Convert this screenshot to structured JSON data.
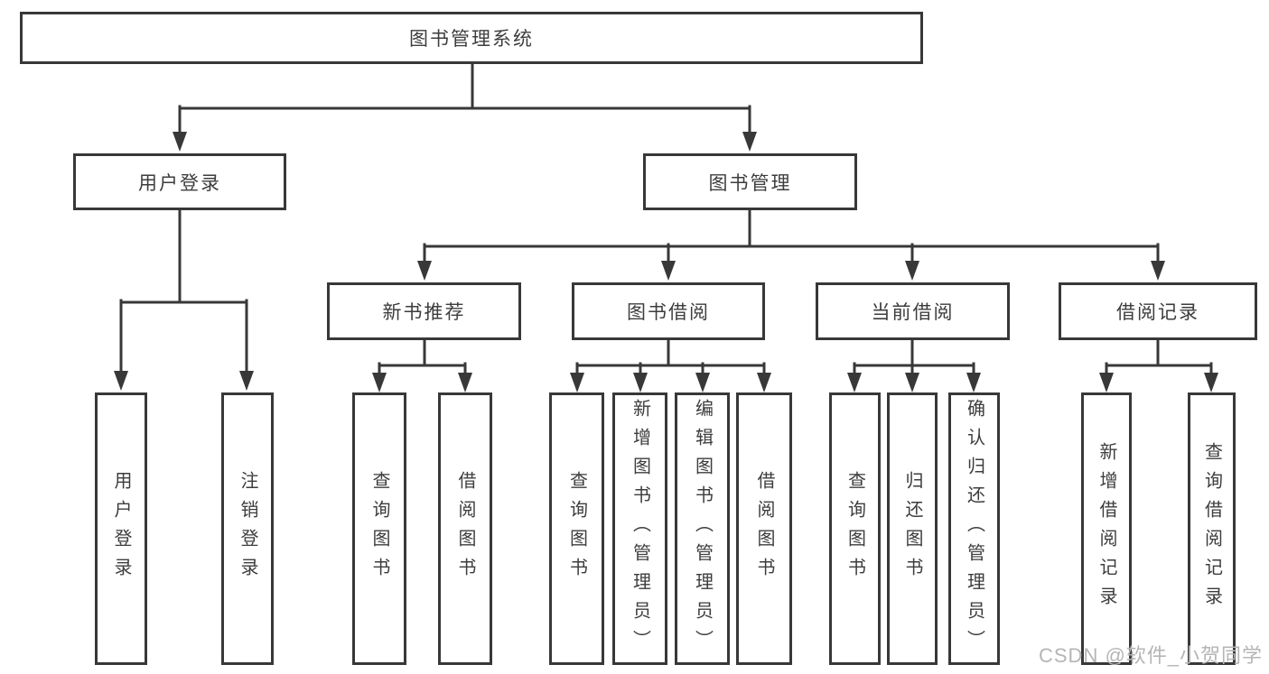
{
  "tree": {
    "root": "图书管理系统",
    "branches": [
      {
        "label": "用户登录",
        "children": [
          "用户登录",
          "注销登录"
        ]
      },
      {
        "label": "图书管理",
        "groups": [
          {
            "label": "新书推荐",
            "children": [
              "查询图书",
              "借阅图书"
            ]
          },
          {
            "label": "图书借阅",
            "children": [
              "查询图书",
              "新增图书（管理员）",
              "编辑图书（管理员）",
              "借阅图书"
            ]
          },
          {
            "label": "当前借阅",
            "children": [
              "查询图书",
              "归还图书",
              "确认归还（管理员）"
            ]
          },
          {
            "label": "借阅记录",
            "children": [
              "新增借阅记录",
              "查询借阅记录"
            ]
          }
        ]
      }
    ]
  },
  "watermark": {
    "text": "CSDN @软件_小贺同学"
  },
  "colors": {
    "line": "#383838",
    "text": "#3d3d3d",
    "watermark": "#b5b5b5",
    "background": "#ffffff"
  }
}
